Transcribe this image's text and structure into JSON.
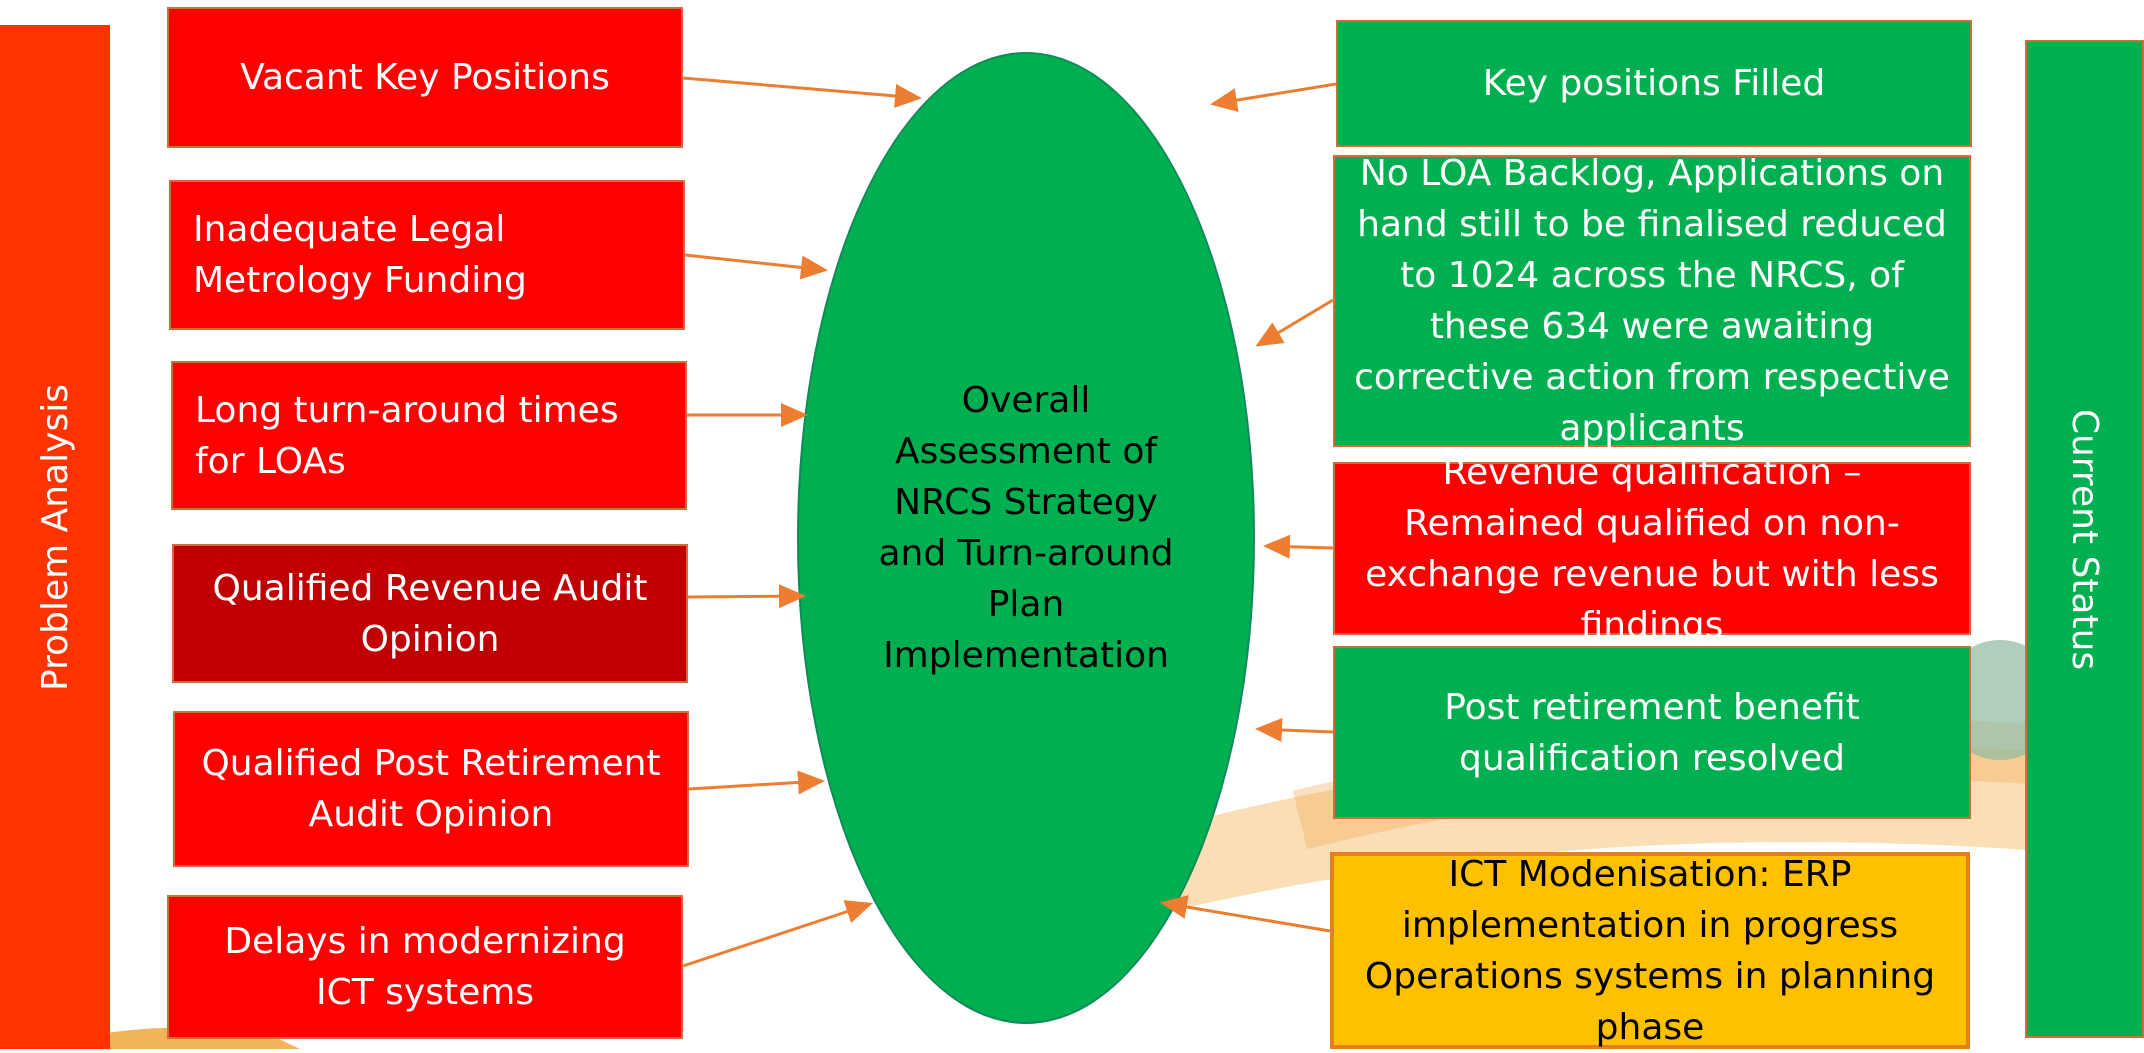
{
  "left_bar": {
    "label": "Problem Analysis",
    "color": "#ff3300"
  },
  "right_bar": {
    "label": "Current Status",
    "color": "#00b050"
  },
  "center": {
    "text": "Overall Assessment of NRCS Strategy and Turn-around Plan Implementation",
    "color": "#00b050"
  },
  "problems": [
    {
      "text": "Vacant Key Positions",
      "color": "#ff0000"
    },
    {
      "text": "Inadequate Legal Metrology Funding",
      "color": "#ff0000"
    },
    {
      "text": "Long turn-around times for LOAs",
      "color": "#ff0000"
    },
    {
      "text": "Qualified Revenue Audit Opinion",
      "color": "#c00000"
    },
    {
      "text": "Qualified Post Retirement Audit Opinion",
      "color": "#ff0000"
    },
    {
      "text": "Delays in modernizing ICT systems",
      "color": "#ff0000"
    }
  ],
  "statuses": [
    {
      "text": "Key positions Filled",
      "color": "#00b050"
    },
    {
      "text": "No LOA Backlog, Applications on hand still to be finalised reduced to 1024 across the NRCS, of these 634 were awaiting corrective action from respective applicants",
      "color": "#00b050"
    },
    {
      "text": "Revenue qualification – Remained qualified on non-exchange revenue but with less findings",
      "color": "#ff0000"
    },
    {
      "text": "Post retirement benefit qualification resolved",
      "color": "#00b050"
    },
    {
      "text": "ICT Modenisation: ERP implementation in progress Operations systems in planning phase",
      "color": "#ffc000"
    }
  ],
  "arrow_color": "#ed7d31"
}
